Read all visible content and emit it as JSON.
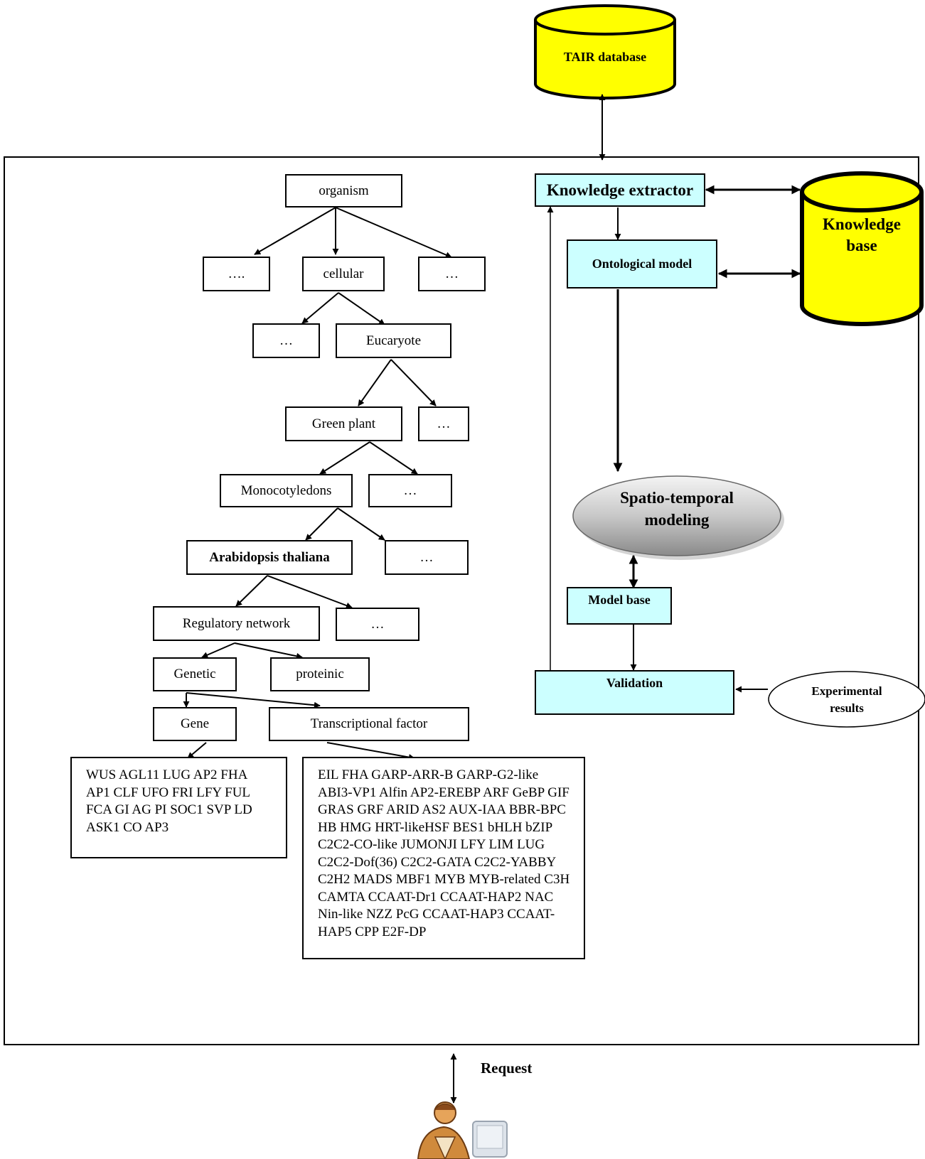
{
  "external": {
    "tair_database": "TAIR database",
    "knowledge_base": "Knowledge base",
    "experimental_results": "Experimental results",
    "request": "Request"
  },
  "pipeline": {
    "knowledge_extractor": "Knowledge extractor",
    "ontological_model": "Ontological model",
    "spatio_temporal_modeling": "Spatio-temporal modeling",
    "model_base": "Model base",
    "validation": "Validation"
  },
  "ontology": {
    "organism": "organism",
    "ellipsis_dots4": "….",
    "ellipsis": "…",
    "cellular": "cellular",
    "eucaryote": "Eucaryote",
    "green_plant": "Green plant",
    "monocotyledons": "Monocotyledons",
    "arabidopsis": "Arabidopsis thaliana",
    "regulatory_network": "Regulatory network",
    "genetic": "Genetic",
    "proteinic": "proteinic",
    "gene": "Gene",
    "transcriptional_factor": "Transcriptional factor"
  },
  "gene_list": "WUS AGL11 LUG AP2 FHA AP1 CLF UFO FRI LFY FUL FCA GI AG PI SOC1 SVP LD ASK1 CO AP3",
  "tf_list": "EIL FHA GARP-ARR-B GARP-G2-like ABI3-VP1 Alfin AP2-EREBP ARF GeBP GIF GRAS GRF ARID AS2 AUX-IAA BBR-BPC HB HMG HRT-likeHSF BES1 bHLH bZIP C2C2-CO-like JUMONJI LFY LIM LUG C2C2-Dof(36) C2C2-GATA C2C2-YABBY C2H2 MADS MBF1 MYB MYB-related C3H CAMTA CCAAT-Dr1 CCAAT-HAP2 NAC Nin-like NZZ PcG CCAAT-HAP3 CCAAT-HAP5 CPP E2F-DP",
  "colors": {
    "database_fill": "#ffff00",
    "process_fill": "#ccffff",
    "line": "#000000"
  }
}
